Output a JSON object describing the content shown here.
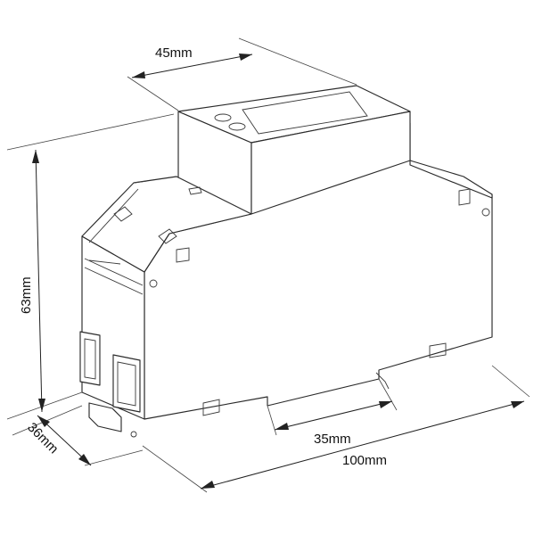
{
  "diagram": {
    "dimensions": {
      "width_top": "45mm",
      "height": "63mm",
      "depth": "36mm",
      "rail": "35mm",
      "length": "100mm"
    },
    "colors": {
      "line": "#2b2b2b",
      "background": "#ffffff"
    }
  }
}
